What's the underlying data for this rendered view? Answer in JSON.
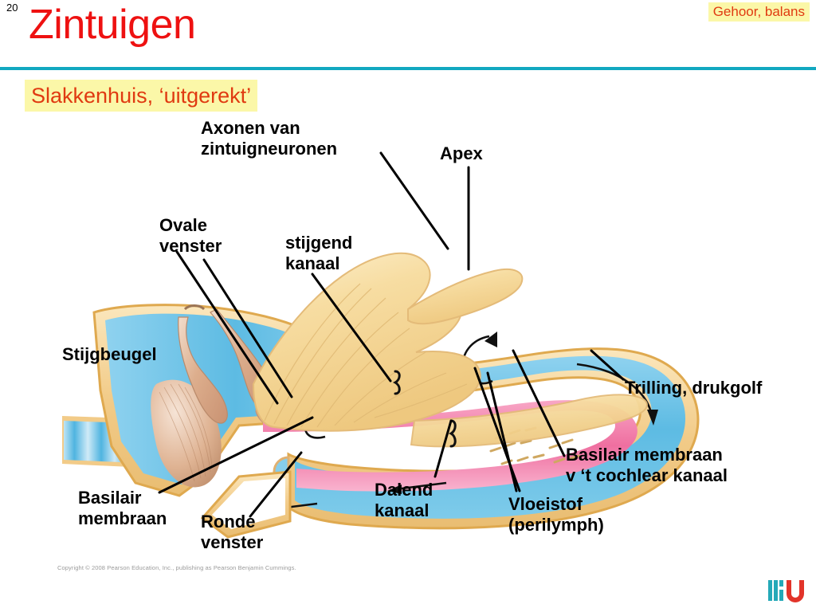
{
  "slide": {
    "number": "20",
    "title": "Zintuigen",
    "topic_badge": "Gehoor, balans",
    "subtitle": "Slakkenhuis, ‘uitgerekt’",
    "copyright": "Copyright © 2008 Pearson Education, Inc., publishing as Pearson Benjamin Cummings.",
    "logo_alt": "HU"
  },
  "colors": {
    "title_red": "#ee1111",
    "badge_yellow": "#fbf7a8",
    "badge_text": "#e03a11",
    "rule_teal": "#12a8c0",
    "perilymph_blue": "#62bde4",
    "membrane_pink": "#f07ba8",
    "bone_tan": "#f3cf8e",
    "nerve_cream": "#f6dda2",
    "ossicle_brown": "#ddab8d",
    "logo_teal": "#24a9b8",
    "logo_red": "#e2342a"
  },
  "figure": {
    "title": "Uitgerekt slakkenhuis (cochlea) doorsnede",
    "labels": [
      {
        "id": "axonen",
        "text": "Axonen van\nzintuigneuronen"
      },
      {
        "id": "apex",
        "text": "Apex"
      },
      {
        "id": "ovale-venster",
        "text": "Ovale\nvenster"
      },
      {
        "id": "stijgend",
        "text": "stijgend\nkanaal"
      },
      {
        "id": "stijgbeugel",
        "text": "Stijgbeugel"
      },
      {
        "id": "trilling",
        "text": "Trilling, drukgolf"
      },
      {
        "id": "basilair-coch",
        "text": "Basilair membraan\nv ‘t cochlear kanaal"
      },
      {
        "id": "vloeistof",
        "text": "Vloeistof\n(perilymph)"
      },
      {
        "id": "dalend",
        "text": "Dalend\nkanaal"
      },
      {
        "id": "ronde-venster",
        "text": "Ronde\nvenster"
      },
      {
        "id": "basilair",
        "text": "Basilair\nmembraan"
      }
    ]
  }
}
